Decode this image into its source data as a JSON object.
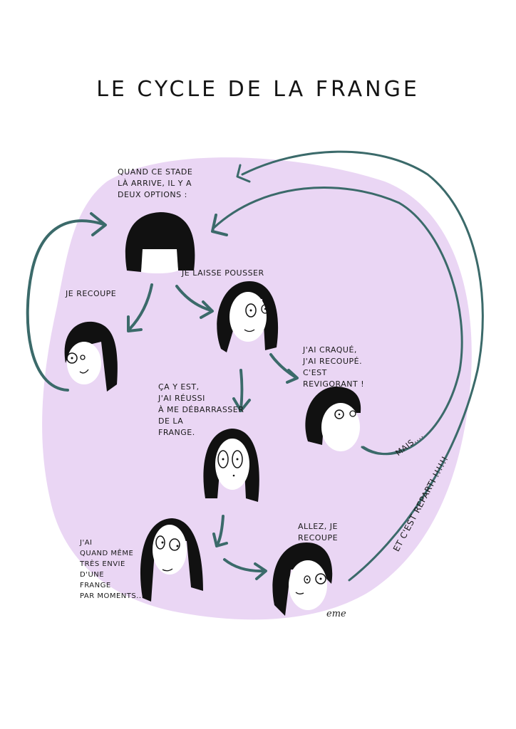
{
  "title": "LE CYCLE DE LA FRANGE",
  "colors": {
    "blob": "#e9d4f3",
    "arrow": "#3b6a6a",
    "hair": "#111111",
    "ink": "#1a1a1a",
    "background": "#ffffff"
  },
  "captions": {
    "intro": "QUAND CE STADE\nLÀ ARRIVE, IL Y A\nDEUX OPTIONS :",
    "recut": "JE RECOUPE",
    "grow": "JE LAISSE POUSSER",
    "cracked": "J'AI CRAQUÉ,\nJ'AI RECOUPÉ.\nC'EST\nREVIGORANT !",
    "success": "ÇA Y EST,\nJ'AI RÉUSSI\nÀ ME DÉBARRASSER\nDE LA\nFRANGE.",
    "wish": "J'AI\nQUAND MÊME\nTRÈS ENVIE\nD'UNE\nFRANGE\nPAR MOMENTS...",
    "recut_again": "ALLEZ, JE\nRECOUPE",
    "but": "MAIS....",
    "restart": "ET C'EST REPARTI !!!!!!"
  },
  "signature": "eme",
  "nodes": [
    {
      "id": "start-heavy-bangs",
      "label": "Heavy bangs, eyes half-hidden"
    },
    {
      "id": "recut-short-bob",
      "label": "Short bob with bangs, smiling"
    },
    {
      "id": "growing-out",
      "label": "Growing-out bangs, smiling"
    },
    {
      "id": "cracked-recut",
      "label": "Recut bangs, wide eyes"
    },
    {
      "id": "no-bangs",
      "label": "Long hair, no bangs, surprised"
    },
    {
      "id": "longing",
      "label": "Long hair, looking sideways"
    },
    {
      "id": "recut-final",
      "label": "Recutting again, smiling"
    }
  ]
}
